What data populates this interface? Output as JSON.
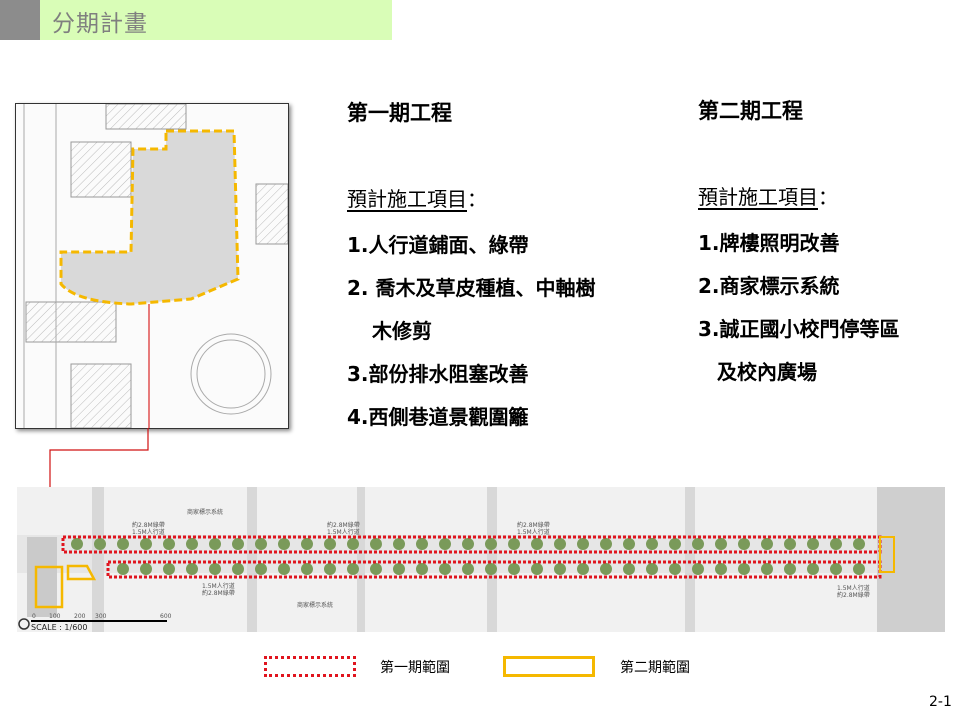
{
  "header": {
    "title": "分期計畫"
  },
  "phase1": {
    "title": "第一期工程",
    "subtitle": "預計施工項目",
    "colon": "：",
    "items": [
      "1.人行道鋪面、綠帶",
      "2. 喬木及草皮種植、中軸樹",
      "木修剪",
      "3.部份排水阻塞改善",
      "4.西側巷道景觀圍籬"
    ]
  },
  "phase2": {
    "title": "第二期工程",
    "subtitle": "預計施工項目",
    "colon": "：",
    "items": [
      "1.牌樓照明改善",
      "2.商家標示系統",
      "3.誠正國小校門停等區",
      "及校內廣場"
    ]
  },
  "plan": {
    "labels": {
      "green": "約2.8M綠帶",
      "walk": "1.5M人行道",
      "sign": "商家標示系統",
      "scale": "SCALE : 1/600"
    },
    "scale_ticks": [
      "0",
      "100",
      "200",
      "300",
      "600"
    ]
  },
  "legend": {
    "phase1": "第一期範圍",
    "phase2": "第二期範圍"
  },
  "colors": {
    "phase1": "#e0141e",
    "phase2": "#f5b800",
    "header": "#d9fdb7"
  },
  "page_number": "2-1"
}
